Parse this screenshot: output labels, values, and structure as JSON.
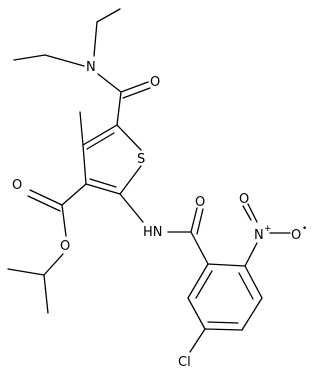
{
  "molecule": {
    "atoms": {
      "n_amide": "N",
      "o_amide1": "O",
      "s_ring": "S",
      "o_ester_carbonyl": "O",
      "o_ester": "O",
      "nh": "HN",
      "o_amide2": "O",
      "n_nitro": "N",
      "n_nitro_charge": "+",
      "o_nitro": "O",
      "o_nitro_radical": "•",
      "cl": "Cl"
    }
  }
}
